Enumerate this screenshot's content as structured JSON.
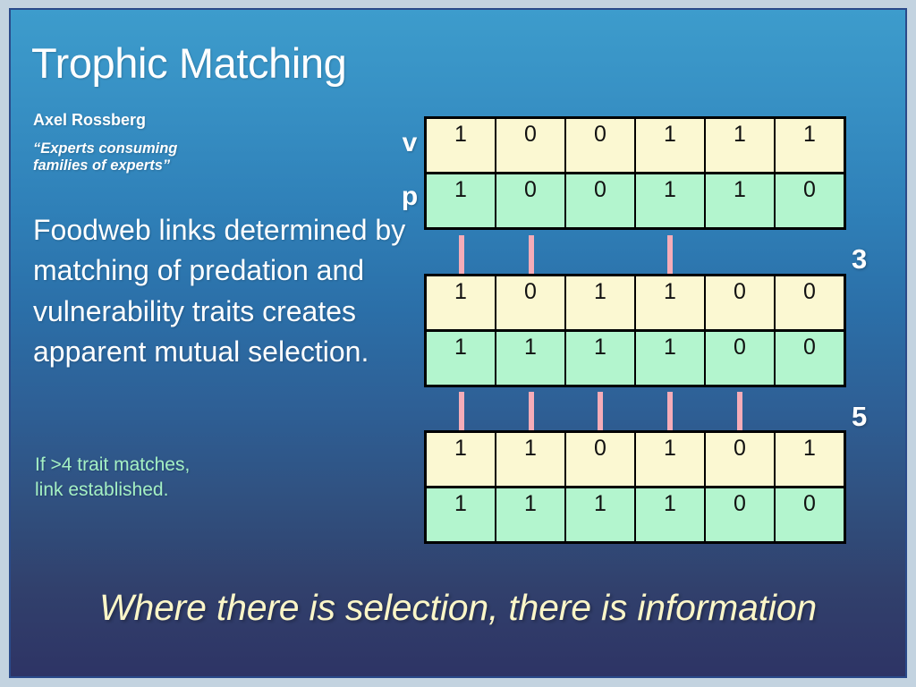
{
  "slide": {
    "title": "Trophic Matching",
    "author": "Axel Rossberg",
    "quote_line1": "“Experts consuming",
    "quote_line2": "families of experts”",
    "body_text": "Foodweb links determined by matching of predation and vulnerability traits creates apparent mutual selection.",
    "rule_line1": "If >4 trait matches,",
    "rule_line2": "link established.",
    "banner": "Where there is selection, there is information"
  },
  "colors": {
    "frame": "#c3d3e0",
    "slide_border": "#2a4a8a",
    "background_top": "#3d9ccc",
    "background_bottom": "#2e3465",
    "vulnerability_row": "#fbf8d2",
    "predation_row": "#b3f5ce",
    "connector": "#f5acb8",
    "rule_text": "#a4f0c4",
    "banner_text": "#fbf6c8",
    "grid_line": "#000000"
  },
  "labels": {
    "vulnerability": "v",
    "predation": "p"
  },
  "matrices": [
    {
      "id": "matrix-1",
      "vulnerability": [
        "1",
        "0",
        "0",
        "1",
        "1",
        "1"
      ],
      "predation": [
        "1",
        "0",
        "0",
        "1",
        "1",
        "0"
      ]
    },
    {
      "id": "matrix-2",
      "vulnerability": [
        "1",
        "0",
        "1",
        "1",
        "0",
        "0"
      ],
      "predation": [
        "1",
        "1",
        "1",
        "1",
        "0",
        "0"
      ]
    },
    {
      "id": "matrix-3",
      "vulnerability": [
        "1",
        "1",
        "0",
        "1",
        "0",
        "1"
      ],
      "predation": [
        "1",
        "1",
        "1",
        "1",
        "0",
        "0"
      ]
    }
  ],
  "connector_groups": [
    {
      "id": "gap-1",
      "columns": [
        0,
        1,
        3
      ],
      "match_count": "3"
    },
    {
      "id": "gap-2",
      "columns": [
        0,
        1,
        2,
        3,
        4
      ],
      "match_count": "5"
    }
  ]
}
